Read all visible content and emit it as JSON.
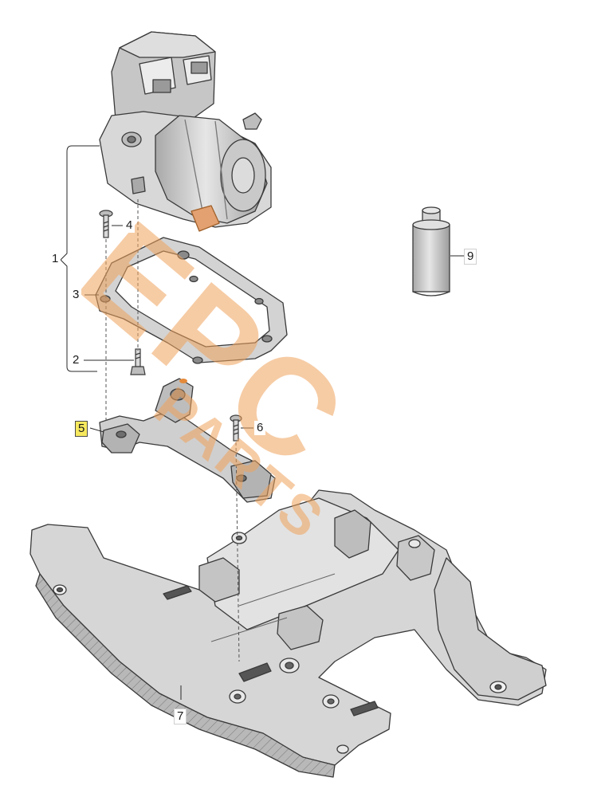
{
  "callouts": {
    "c1": "1",
    "c2": "2",
    "c3": "3",
    "c4": "4",
    "c5": "5",
    "c6": "6",
    "c7": "7",
    "c9": "9"
  },
  "watermark": {
    "line1": "EPC",
    "line2": "PARTS"
  },
  "colors": {
    "part_fill": "#d4d4d4",
    "part_dark": "#9a9a9a",
    "outline": "#3a3a3a",
    "highlight": "#f7e95e",
    "watermark": "#f0a35c"
  }
}
